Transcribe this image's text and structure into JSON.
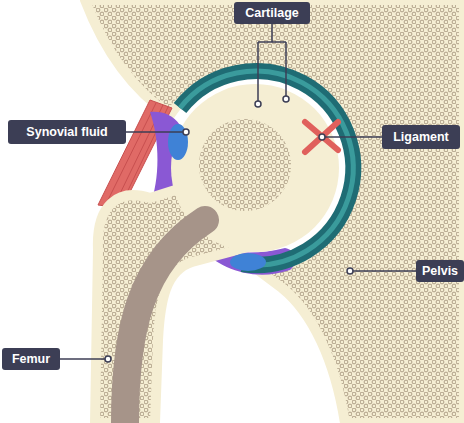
{
  "diagram": {
    "nodes": [
      {
        "text": [
          "Cartilage"
        ]
      },
      {
        "text": [
          "Synovial fluid"
        ]
      },
      {
        "text": [
          "Ligament"
        ]
      },
      {
        "text": [
          "Pelvis"
        ]
      },
      {
        "text": [
          "Femur"
        ]
      }
    ]
  }
}
